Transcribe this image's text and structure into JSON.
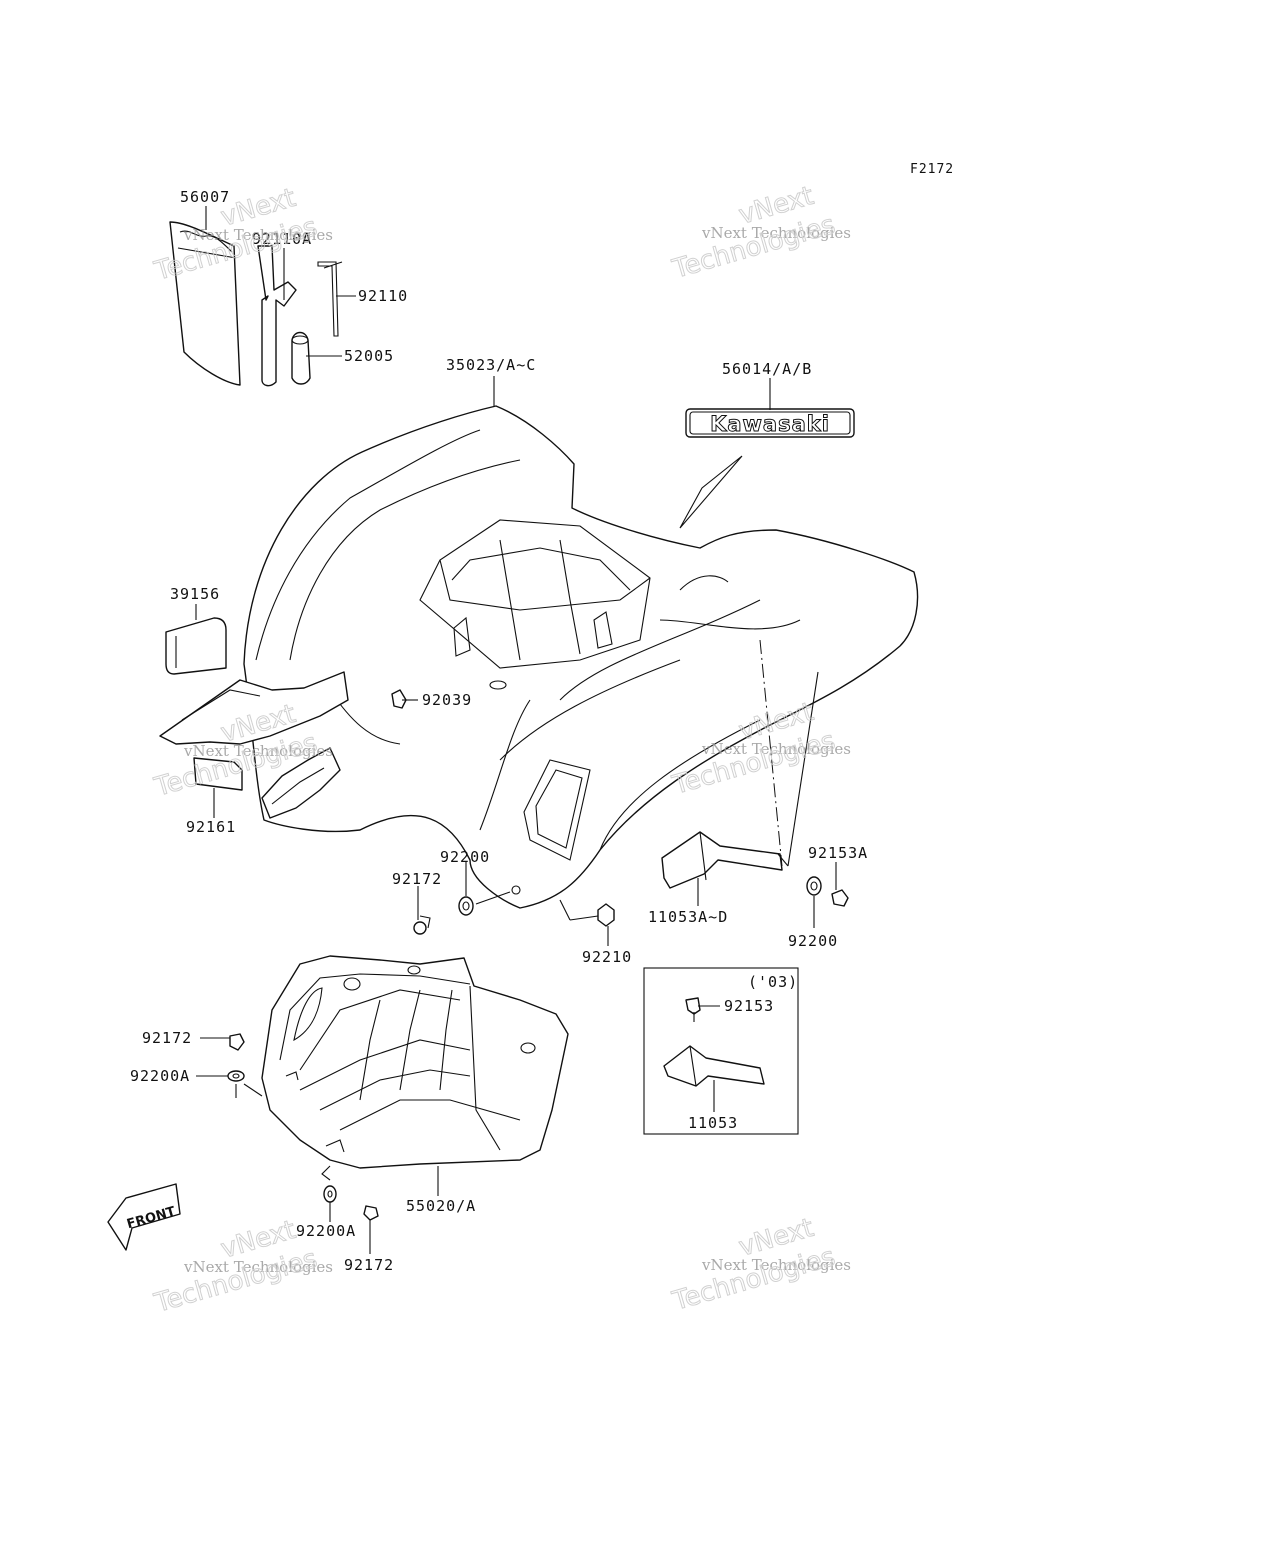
{
  "figure_code": "F2172",
  "logo_text": "Kawasaki",
  "front_arrow_text": "FRONT",
  "inset": {
    "year_label": "('03)"
  },
  "watermark": {
    "line1": "vNext Technologies",
    "line2": "vNext",
    "line3": "Technologies"
  },
  "parts": [
    {
      "id": "p-56007",
      "label": "56007"
    },
    {
      "id": "p-92110A",
      "label": "92110A"
    },
    {
      "id": "p-92110",
      "label": "92110"
    },
    {
      "id": "p-52005",
      "label": "52005"
    },
    {
      "id": "p-35023",
      "label": "35023/A~C"
    },
    {
      "id": "p-56014",
      "label": "56014/A/B"
    },
    {
      "id": "p-39156",
      "label": "39156"
    },
    {
      "id": "p-92039",
      "label": "92039"
    },
    {
      "id": "p-92161",
      "label": "92161"
    },
    {
      "id": "p-92200-a",
      "label": "92200"
    },
    {
      "id": "p-92172-a",
      "label": "92172"
    },
    {
      "id": "p-92153A",
      "label": "92153A"
    },
    {
      "id": "p-11053A",
      "label": "11053A~D"
    },
    {
      "id": "p-92200-b",
      "label": "92200"
    },
    {
      "id": "p-92210",
      "label": "92210"
    },
    {
      "id": "p-92153",
      "label": "92153"
    },
    {
      "id": "p-11053",
      "label": "11053"
    },
    {
      "id": "p-92172-b",
      "label": "92172"
    },
    {
      "id": "p-92200A-a",
      "label": "92200A"
    },
    {
      "id": "p-55020",
      "label": "55020/A"
    },
    {
      "id": "p-92200A-b",
      "label": "92200A"
    },
    {
      "id": "p-92172-c",
      "label": "92172"
    }
  ]
}
